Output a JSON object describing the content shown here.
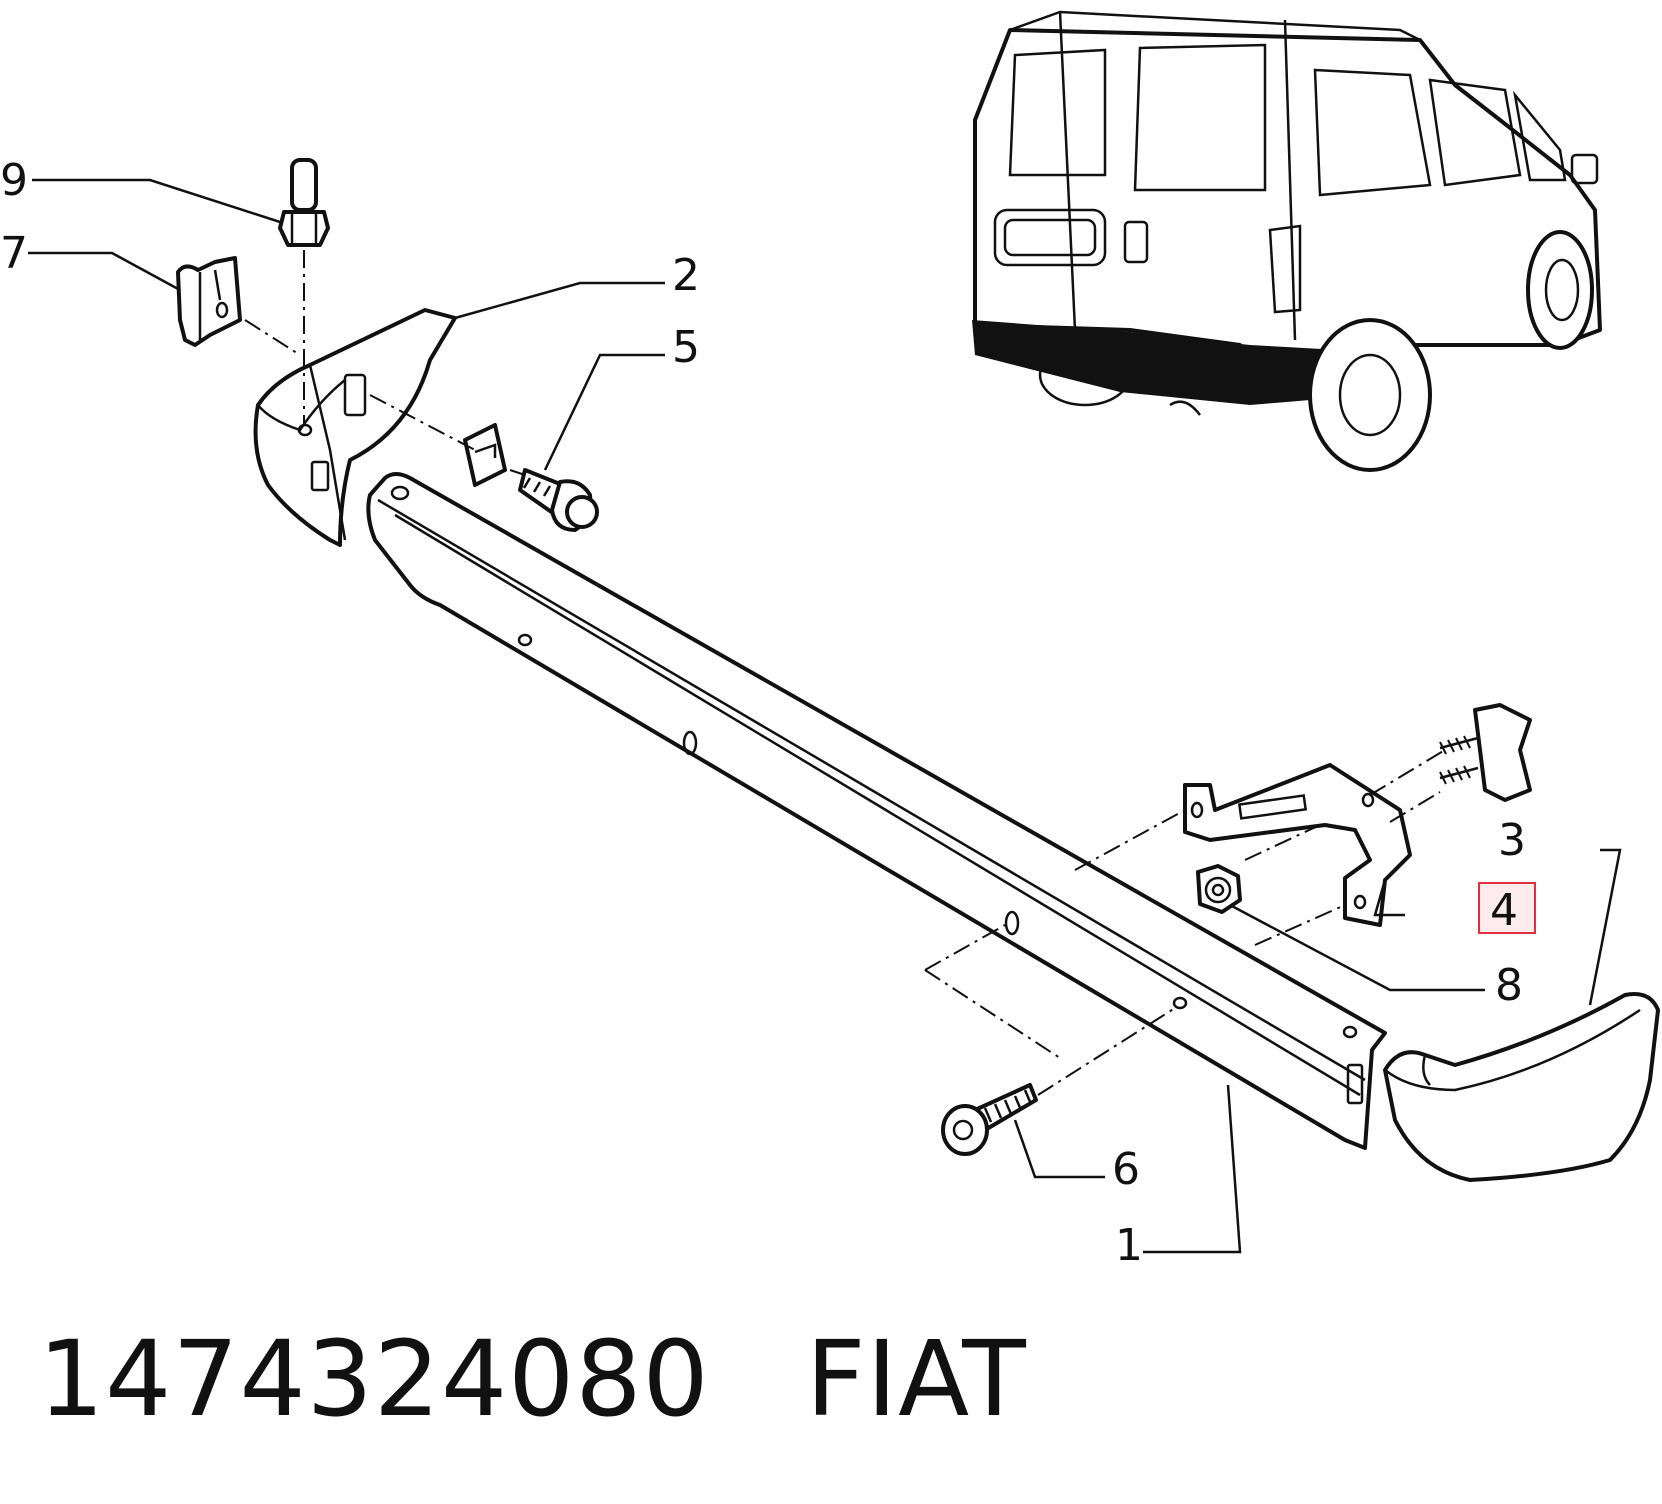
{
  "callouts": [
    {
      "id": "c1",
      "label": "1"
    },
    {
      "id": "c2",
      "label": "2"
    },
    {
      "id": "c3",
      "label": "3"
    },
    {
      "id": "c4",
      "label": "4",
      "highlighted": true
    },
    {
      "id": "c5",
      "label": "5"
    },
    {
      "id": "c6",
      "label": "6"
    },
    {
      "id": "c7",
      "label": "7"
    },
    {
      "id": "c8",
      "label": "8"
    },
    {
      "id": "c9",
      "label": "9"
    }
  ],
  "footer": {
    "part_number": "1474324080",
    "brand": "FIAT"
  },
  "colors": {
    "line": "#111111",
    "highlight_box": "#e03040",
    "highlight_fill": "#fdecee",
    "background": "#ffffff"
  }
}
